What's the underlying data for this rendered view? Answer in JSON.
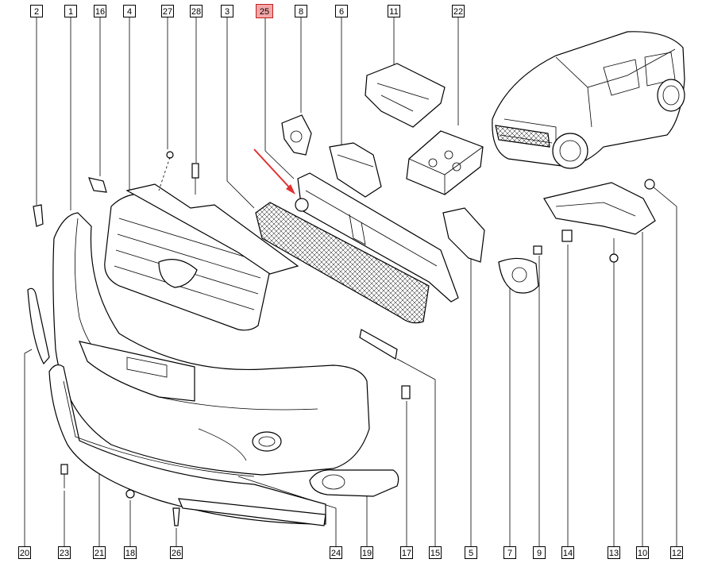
{
  "diagram": {
    "highlight_color": "#e03030",
    "top_labels": [
      "2",
      "1",
      "16",
      "4",
      "27",
      "28",
      "3",
      "25",
      "8",
      "6",
      "11",
      "22"
    ],
    "bottom_labels": [
      "20",
      "23",
      "21",
      "18",
      "26",
      "24",
      "19",
      "17",
      "15",
      "5",
      "7",
      "9",
      "14",
      "13",
      "10",
      "12"
    ],
    "highlighted_label": "25",
    "pointer": "red-arrow"
  }
}
